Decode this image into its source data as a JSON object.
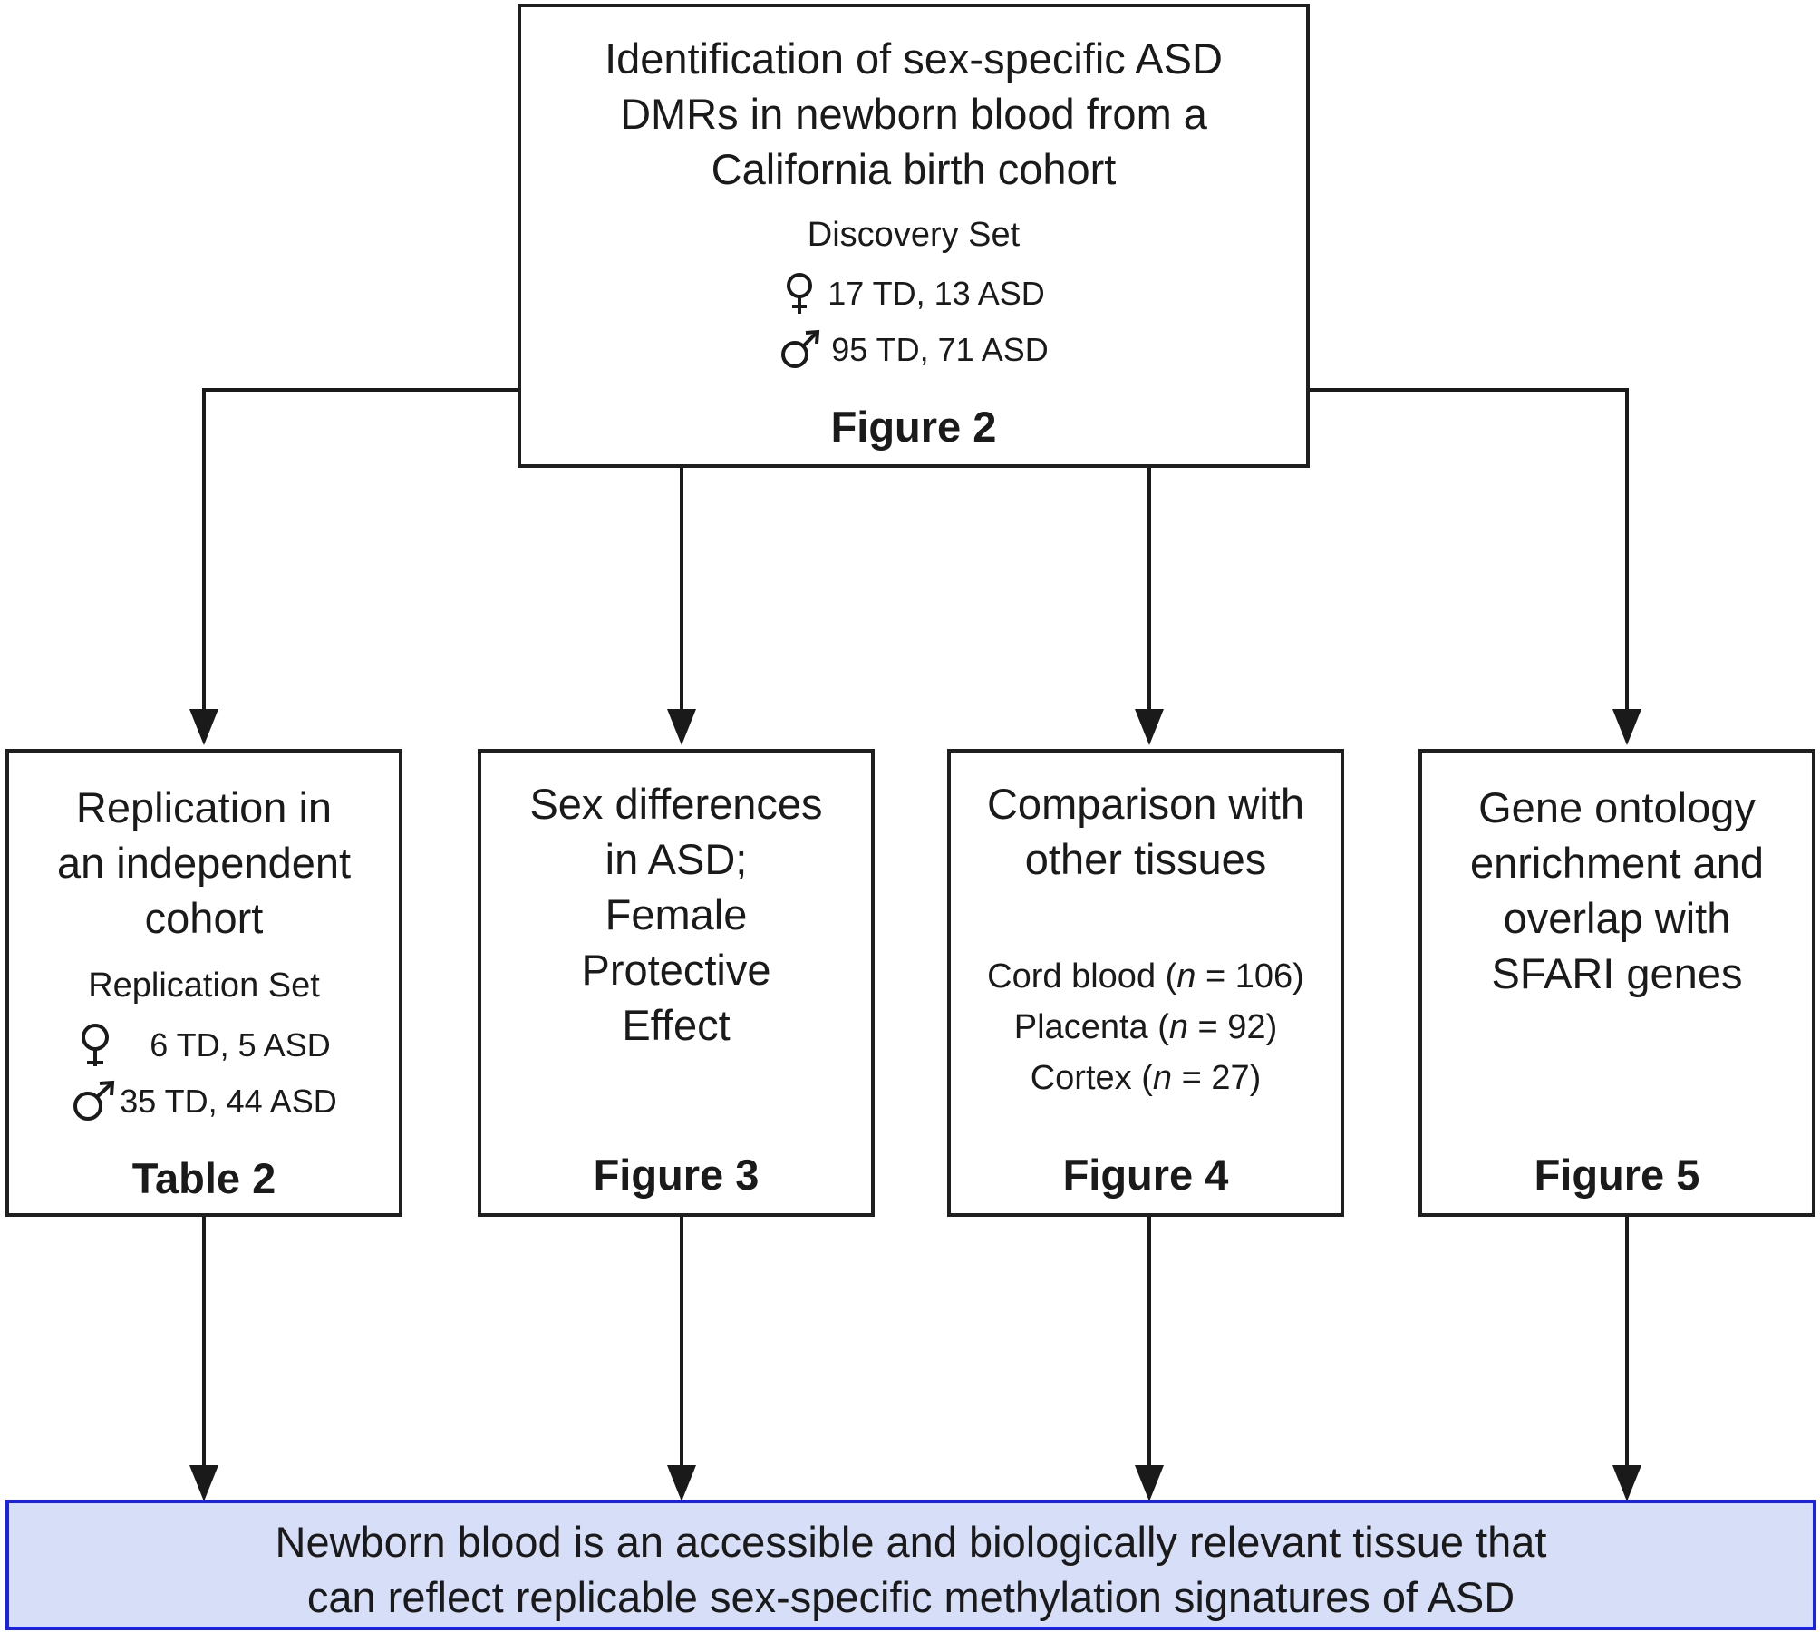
{
  "top": {
    "title_lines": [
      "Identification of sex-specific ASD",
      "DMRs in newborn blood from a",
      "California birth cohort"
    ],
    "set_label": "Discovery Set",
    "female": "17 TD,  13 ASD",
    "male": "95 TD,  71 ASD",
    "figure": "Figure 2"
  },
  "boxes": [
    {
      "title_lines": [
        "Replication in",
        "an independent",
        "cohort"
      ],
      "set_label": "Replication Set",
      "female": "6 TD, 5 ASD",
      "male": "35 TD,  44 ASD",
      "figure": "Table 2"
    },
    {
      "title_lines": [
        "Sex differences",
        "in ASD;",
        "Female",
        "Protective",
        "Effect"
      ],
      "figure": "Figure 3"
    },
    {
      "title_lines": [
        "Comparison with",
        "other tissues"
      ],
      "tissues": [
        {
          "name": "Cord blood (",
          "n": "n",
          "rest": " = 106)"
        },
        {
          "name": "Placenta (",
          "n": "n",
          "rest": " = 92)"
        },
        {
          "name": "Cortex (",
          "n": "n",
          "rest": " = 27)"
        }
      ],
      "figure": "Figure 4"
    },
    {
      "title_lines": [
        "Gene ontology",
        "enrichment and",
        "overlap with",
        "SFARI genes"
      ],
      "figure": "Figure 5"
    }
  ],
  "conclusion_lines": [
    "Newborn blood is an accessible and biologically relevant tissue that",
    "can reflect replicable sex-specific methylation signatures of ASD"
  ],
  "colors": {
    "line": "#1a1a1a",
    "conclusion_fill": "#d6dff7",
    "conclusion_border": "#1b22e0"
  },
  "icons": [
    "female-symbol-icon",
    "male-symbol-icon"
  ]
}
